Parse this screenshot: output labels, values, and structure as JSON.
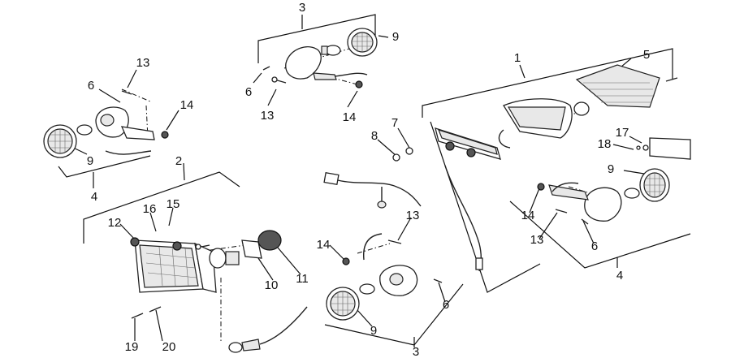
{
  "labels": {
    "l1": "1",
    "l2": "2",
    "l3a": "3",
    "l3b": "3",
    "l4a": "4",
    "l4b": "4",
    "l5": "5",
    "l6a": "6",
    "l6b": "6",
    "l6c": "6",
    "l6d": "6",
    "l7": "7",
    "l8": "8",
    "l9a": "9",
    "l9b": "9",
    "l9c": "9",
    "l9d": "9",
    "l10": "10",
    "l11": "11",
    "l12": "12",
    "l13a": "13",
    "l13b": "13",
    "l13c": "13",
    "l13d": "13",
    "l14a": "14",
    "l14b": "14",
    "l14c": "14",
    "l14d": "14",
    "l15": "15",
    "l16": "16",
    "l17": "17",
    "l18": "18",
    "l19": "19",
    "l20": "20"
  }
}
